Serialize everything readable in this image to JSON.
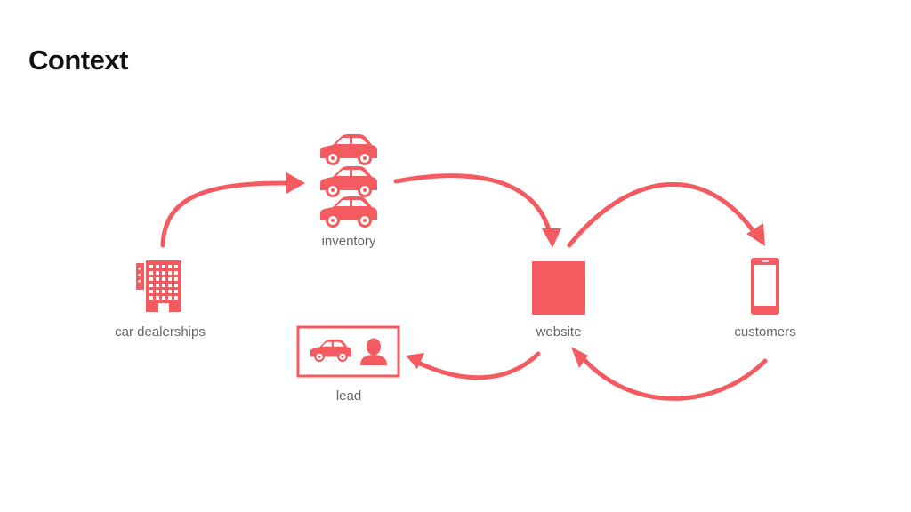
{
  "slide": {
    "title": "Context"
  },
  "nodes": {
    "inventory": {
      "label": "inventory",
      "icon": "cars-stack-icon"
    },
    "dealerships": {
      "label": "car dealerships",
      "icon": "building-icon"
    },
    "website": {
      "label": "website",
      "icon": "square-icon"
    },
    "customers": {
      "label": "customers",
      "icon": "smartphone-icon"
    },
    "lead": {
      "label": "lead",
      "icon": "car-and-person-card-icon"
    }
  },
  "colors": {
    "accent": "#f45b60",
    "text": "#666666",
    "title": "#111111"
  }
}
